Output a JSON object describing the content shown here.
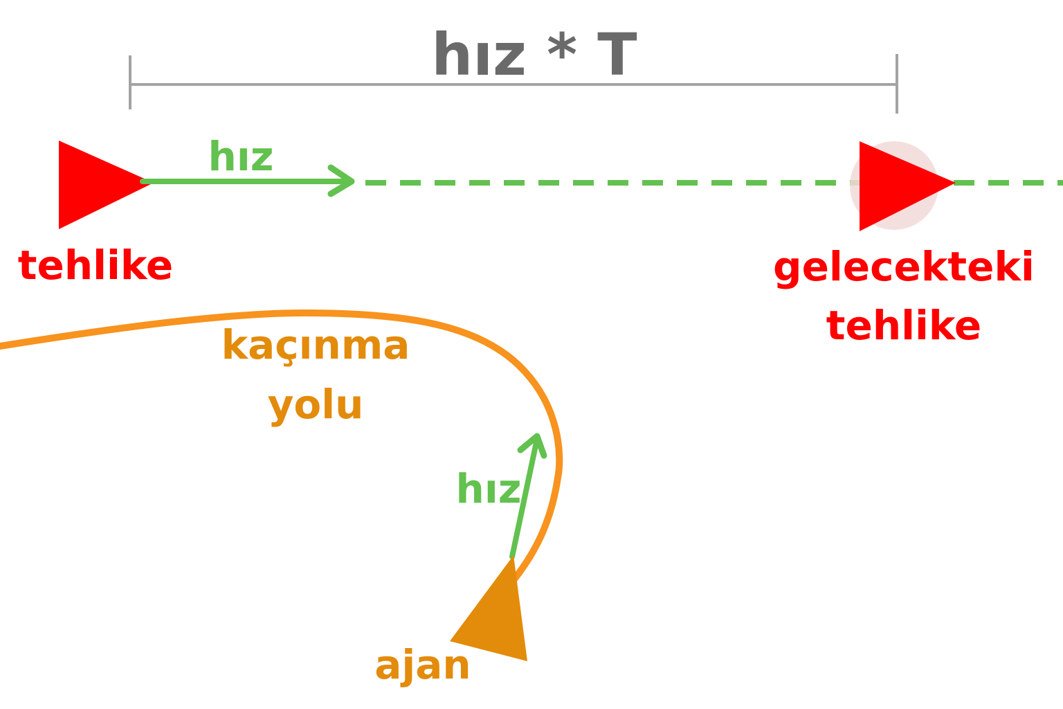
{
  "colors": {
    "hazard": "#ff0000",
    "velocity": "#63c14f",
    "agent": "#e38b0b",
    "path": "#f7931e",
    "measure": "#a3a3a3",
    "measure_label": "#6a6a6a",
    "future_glow": "#f2d9d9"
  },
  "diagram": {
    "measure_label": "hız * T",
    "hazard_label": "tehlike",
    "hazard_velocity_label": "hız",
    "future_hazard_label_line1": "gelecekteki",
    "future_hazard_label_line2": "tehlike",
    "path_label_line1": "kaçınma",
    "path_label_line2": "yolu",
    "agent_velocity_label": "hız",
    "agent_label": "ajan"
  }
}
